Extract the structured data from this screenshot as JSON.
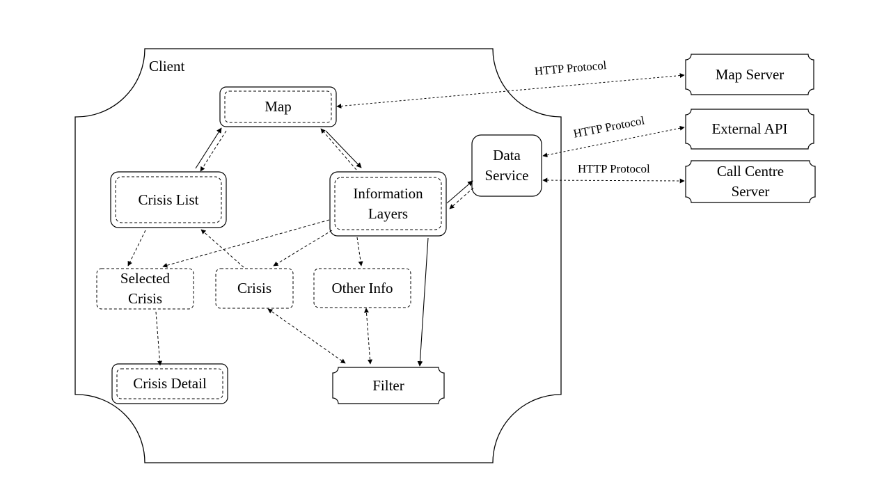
{
  "container": {
    "title": "Client"
  },
  "components": {
    "map": "Map",
    "crisis_list": "Crisis List",
    "information_layers": [
      "Information",
      "Layers"
    ],
    "data_service": [
      "Data",
      "Service"
    ],
    "selected_crisis": [
      "Selected",
      "Crisis"
    ],
    "crisis": "Crisis",
    "other_info": "Other Info",
    "crisis_detail": "Crisis Detail",
    "filter": "Filter"
  },
  "servers": {
    "map_server": "Map Server",
    "external_api": "External API",
    "call_centre": [
      "Call Centre",
      "Server"
    ]
  },
  "connections": {
    "map_server_protocol": "HTTP Protocol",
    "external_api_protocol": "HTTP Protocol",
    "call_centre_protocol": "HTTP Protocol"
  }
}
